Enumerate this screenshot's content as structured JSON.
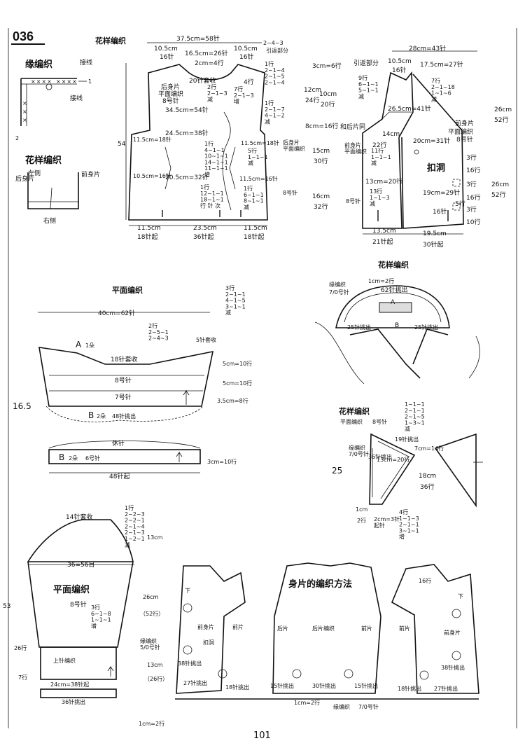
{
  "pattern_number": "036",
  "page_number": "101",
  "edge_knit": {
    "title": "缘编织",
    "join_label": "接线",
    "row_a": "1",
    "row_b": "2"
  },
  "small_pattern": {
    "title": "花样编织",
    "back": "后身片",
    "left_side": "左侧",
    "front": "前身片",
    "right_side": "右侧"
  },
  "back_body": {
    "top_title": "花样编织",
    "w_total": "37.5cm=58针",
    "w_shoulder_l": "10.5cm",
    "w_shoulder_l_st": "16针",
    "w_neck": "16.5cm=26针",
    "w_shoulder_r": "10.5cm",
    "w_shoulder_r_st": "16针",
    "neck_rows": "2~4~3",
    "return_part": "引返部分",
    "neck_depth": "2cm=4行",
    "cast_off": "20针套收",
    "label_back": "后身片",
    "label_flat": "平面编织",
    "label_needle": "8号针",
    "shoulder_rows": "1行\n2~1~4\n2~1~5\n2~1~4",
    "rows4": "4行",
    "dec1": "2行\n2~1~3\n减",
    "inc1": "7行\n2~1~3\n增",
    "chest": "34.5cm=54针",
    "armhole": "24.5cm=38针",
    "side_rows": "1行\n2~1~7\n4~1~2\n减",
    "height": "54",
    "w_side_l": "11.5cm=18针",
    "w_side_r": "11.5cm=18针",
    "mid_rows": "1行\n4~1~1\n10~1~1\n14~1~1\n11~1~1\n增",
    "rows5": "5行\n1~1~1\n减",
    "w_waist_l": "10.5cm=16针",
    "w_waist_c": "20.5cm=32针",
    "w_waist_r": "11.5cm=16针",
    "lower_rows": "1行\n12~1~1\n18~1~1\n行 针 次",
    "lower_rows_r": "1行\n6~1~1\n8~1~1\n减",
    "back_flat": "后身片\n平面编织",
    "needle8": "8号针",
    "hem_l": "11.5cm",
    "hem_l_st": "18针起",
    "hem_c": "23.5cm",
    "hem_c_st": "36针起",
    "hem_r": "11.5cm",
    "hem_r_st": "18针起"
  },
  "front_body": {
    "top": "28cm=43针",
    "neck_a": "3cm=6行",
    "return_part": "引返部分",
    "neck_w": "10.5cm",
    "neck_w_st": "16针",
    "shoulder": "17.5cm=27针",
    "rows_a": "9行\n6~1~1\n5~1~1\n减",
    "rows_b": "7行\n2~1~18\n1~1~6\n减",
    "h12": "12cm",
    "h12_rows": "24行",
    "h10": "10cm",
    "h10_rows": "20行",
    "w26_5": "26.5cm=41针",
    "h26": "26cm",
    "h26_rows": "52行",
    "h8": "8cm=16行",
    "join_back": "和后片同",
    "w14": "14cm",
    "w20": "20cm=31针",
    "front_label": "前身片",
    "flat_label": "平面编织",
    "needle": "8号针",
    "r22": "22行",
    "h15": "15cm",
    "h15_rows": "30行",
    "r11": "11行\n1~1~1\n减",
    "buttonhole": "扣洞",
    "r3a": "3行",
    "r16a": "16行",
    "r13": "13cm=20行",
    "r3b": "3行",
    "h26b": "26cm",
    "h26b_rows": "52行",
    "r13b": "13行\n1~1~3\n减",
    "w19": "19cm=29针",
    "r16b": "16行",
    "h16": "16cm",
    "h16_rows": "32行",
    "r5": "5行",
    "st16": "16针",
    "r3c": "3行",
    "r10": "10行",
    "side_flat": "前身片\n平面编织",
    "side_needle": "8号针",
    "hem_l": "13.5cm",
    "hem_l_st": "21针起",
    "hem_r": "19.5cm",
    "hem_r_st": "30针起"
  },
  "collar_view": {
    "title": "花样编织",
    "edge": "缘编织",
    "edge_needle": "7/0号针",
    "top_w": "1cm=2行",
    "pick": "62针挑出",
    "a": "A",
    "b": "B",
    "pick_l": "25针挑出",
    "pick_r": "25针挑出"
  },
  "collar_piece": {
    "title": "平面编织",
    "width": "40cm=62针",
    "rows_top": "3行\n2~1~1\n4~1~5\n3~1~1\n减",
    "rows_mid": "2行\n2~5~1\n2~4~3",
    "cast5": "5针套收",
    "a_label": "A",
    "a_qty": "1朵",
    "cast18": "18针套收",
    "needle8": "8号针",
    "needle7": "7号针",
    "h16_5": "16.5",
    "r10a": "5cm=10行",
    "r10b": "5cm=10行",
    "r8": "3.5cm=8行",
    "b_label": "B",
    "b_qty": "2朵",
    "pick48": "48针挑出",
    "rest": "休针",
    "b2_label": "B",
    "b2_qty": "2朵",
    "needle6": "6号针",
    "r10c": "3cm=10行",
    "start48": "48针起"
  },
  "lapel": {
    "title": "花样编织",
    "flat": "平面编织",
    "needle": "8号针",
    "rows": "1~1~1\n2~1~1\n2~1~5\n1~3~1\n减",
    "pick19": "19针挑出",
    "w7": "7cm=14行",
    "edge_label": "缘编织\n7/0号针",
    "pick36": "36针挑出",
    "h13": "13cm=20行",
    "h25": "25",
    "h18": "18cm",
    "h18_rows": "36行",
    "r1cm": "1cm",
    "r2": "2行",
    "start3": "2cm=3针\n起针",
    "rows4": "4行\n1~1~3\n2~1~1\n3~1~1\n增"
  },
  "sleeve": {
    "cast14": "14针套收",
    "rows": "1行\n2~2~3\n2~2~1\n2~1~4\n2~1~3\n1~2~1\n减",
    "h13": "13cm",
    "width": "36=56目",
    "flat": "平面编织",
    "needle": "8号针",
    "inc": "3行\n6~1~8\n1~1~1\n增",
    "h53": "53",
    "h26": "26cm",
    "h26_rows": "（52行）",
    "r26": "26行",
    "upper": "上针编织",
    "r7": "7行",
    "hem": "24cm=38针起",
    "edge": "缘编织\n5/0号针",
    "h13b": "13cm",
    "h13b_rows": "（26行）",
    "pick36": "36针挑出",
    "r1cm": "1cm=2行"
  },
  "assembly": {
    "title": "身片的编织方法",
    "down_l": "下",
    "front_l": "前身片",
    "front_l2": "前片",
    "buttonhole": "扣洞",
    "pick38_l": "38针挑出",
    "pick27_l": "27针挑出",
    "pick18_l": "18针挑出",
    "back_l": "后片",
    "back_flat": "后片编织",
    "back_r": "前片",
    "pick15_l": "15针挑出",
    "pick30": "30针挑出",
    "pick15_r": "15针挑出",
    "r1cm": "1cm=2行",
    "edge": "缘编织",
    "edge_needle": "7/0号针",
    "front_r": "前片",
    "front_r2": "前身片",
    "r16": "16行",
    "down_r": "下",
    "pick38_r": "38针挑出",
    "pick18_r": "18针挑出",
    "pick27_r": "27针挑出"
  }
}
